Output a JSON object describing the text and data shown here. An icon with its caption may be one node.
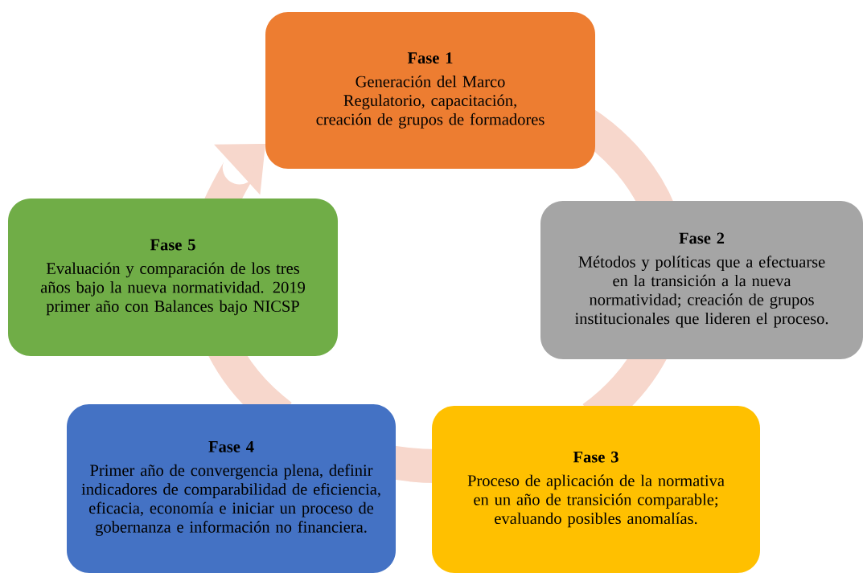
{
  "diagram": {
    "nodes": [
      {
        "text": [
          "Fase 1",
          "Generación del Marco Regulatorio, capacitación, creación de grupos de formadores"
        ]
      },
      {
        "text": [
          "Fase 2",
          "Métodos y políticas que a efectuarse en la transición a la nueva normatividad; creación de grupos institucionales que lideren el proceso."
        ]
      },
      {
        "text": [
          "Fase 3",
          "Proceso de aplicación de la normativa en un año de transición comparable; evaluando posibles anomalías."
        ]
      },
      {
        "text": [
          "Fase 4",
          "Primer año de convergencia plena, definir indicadores de comparabilidad de eficiencia, eficacia, economía e iniciar un proceso de gobernanza e información no financiera."
        ]
      },
      {
        "text": [
          "Fase 5",
          "Evaluación y comparación de los tres años bajo la nueva normatividad. 2019 primer año con Balances bajo NICSP"
        ]
      }
    ],
    "edges": [
      {
        "from": 0,
        "to": 1,
        "arrow": "none"
      },
      {
        "from": 1,
        "to": 2,
        "arrow": "none"
      },
      {
        "from": 2,
        "to": 3,
        "arrow": "none"
      },
      {
        "from": 3,
        "to": 4,
        "arrow": "none"
      },
      {
        "from": 4,
        "to": 0,
        "arrow": "to"
      }
    ]
  }
}
